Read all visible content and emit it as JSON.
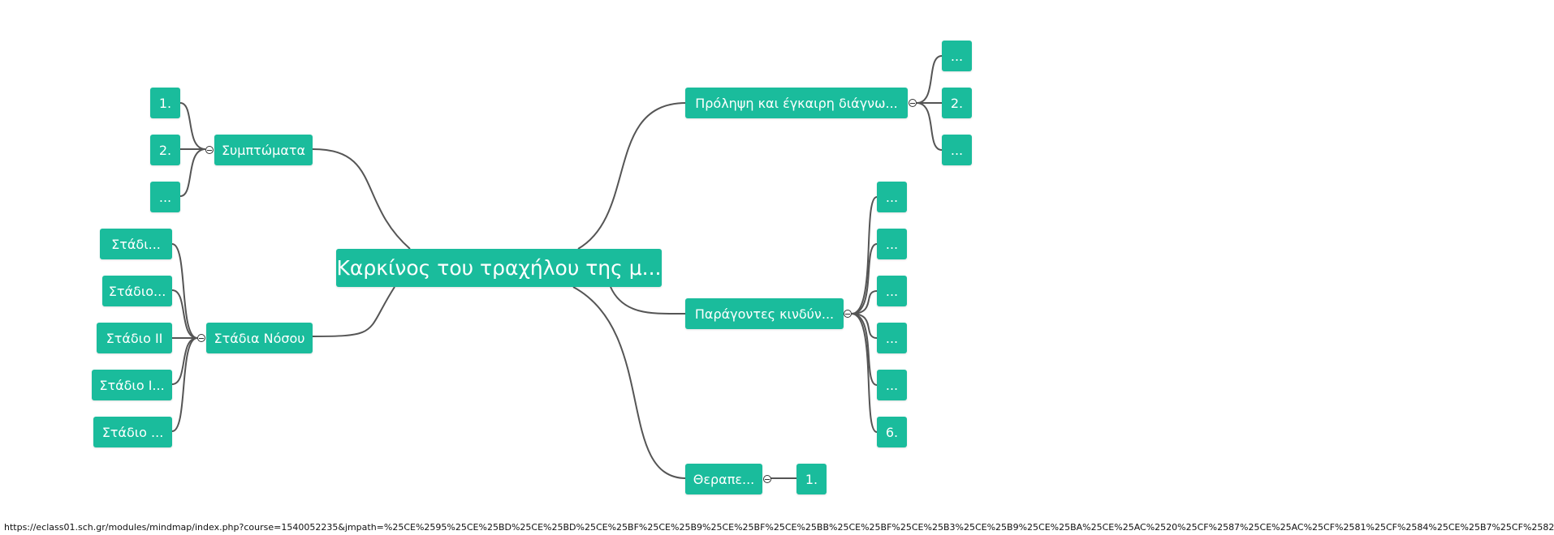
{
  "mindmap": {
    "root": "Καρκίνος του τραχήλου της μ...",
    "prevention": {
      "label": "Πρόληψη και έγκαιρη διάγνω...",
      "children": [
        "...",
        "2.",
        "..."
      ]
    },
    "risk_factors": {
      "label": "Παράγοντες κινδύν...",
      "children": [
        "...",
        "...",
        "...",
        "...",
        "...",
        "6."
      ]
    },
    "therapy": {
      "label": "Θεραπε...",
      "children": [
        "1."
      ]
    },
    "symptoms": {
      "label": "Συμπτώματα",
      "children": [
        "1.",
        "2.",
        "..."
      ]
    },
    "stages": {
      "label": "Στάδια Νόσου",
      "children": [
        "Στάδι...",
        "Στάδιο...",
        "Στάδιο ΙΙ",
        "Στάδιο Ι...",
        "Στάδιο ..."
      ]
    }
  },
  "status_bar": {
    "url": "https://eclass01.sch.gr/modules/mindmap/index.php?course=1540052235&jmpath=%25CE%2595%25CE%25BD%25CE%25BD%25CE%25BF%25CE%25B9%25CE%25BF%25CE%25BB%25CE%25BF%25CE%25B3%25CE%25B9%25CE%25BA%25CE%25AC%2520%25CF%2587%25CE%25AC%25CF%2581%25CF%2584%25CE%25B7%25CF%2582"
  }
}
